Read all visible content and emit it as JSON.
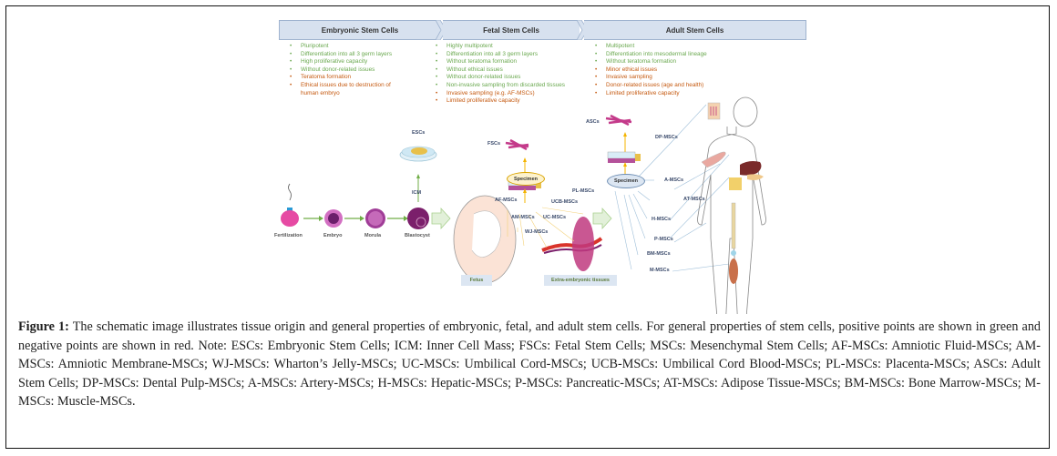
{
  "headers": {
    "embryonic": "Embryonic Stem Cells",
    "fetal": "Fetal Stem Cells",
    "adult": "Adult Stem Cells"
  },
  "properties": {
    "embryonic": [
      {
        "text": "Pluripotent",
        "type": "positive"
      },
      {
        "text": "Differentiation into all 3 germ layers",
        "type": "positive"
      },
      {
        "text": "High proliferative capacity",
        "type": "positive"
      },
      {
        "text": "Without donor-related issues",
        "type": "positive"
      },
      {
        "text": "Teratoma formation",
        "type": "negative"
      },
      {
        "text": "Ethical issues due to destruction of",
        "type": "negative"
      },
      {
        "text": "human embryo",
        "type": "negative-cont"
      }
    ],
    "fetal": [
      {
        "text": "Highly multipotent",
        "type": "positive"
      },
      {
        "text": "Differentiation into all 3 germ layers",
        "type": "positive"
      },
      {
        "text": "Without teratoma formation",
        "type": "positive"
      },
      {
        "text": "Without ethical issues",
        "type": "positive"
      },
      {
        "text": "Without donor-related issues",
        "type": "positive"
      },
      {
        "text": "Non-invasive sampling from discarded tissues",
        "type": "positive"
      },
      {
        "text": "Invasive sampling (e.g. AF-MSCs)",
        "type": "negative"
      },
      {
        "text": "Limited proliferative capacity",
        "type": "negative"
      }
    ],
    "adult": [
      {
        "text": "Multipotent",
        "type": "positive"
      },
      {
        "text": "Differentiation into mesodermal lineage",
        "type": "positive"
      },
      {
        "text": "Without teratoma formation",
        "type": "positive"
      },
      {
        "text": "Minor ethical issues",
        "type": "negative"
      },
      {
        "text": "Invasive sampling",
        "type": "negative"
      },
      {
        "text": "Donor-related issues (age and health)",
        "type": "negative"
      },
      {
        "text": "Limited proliferative capacity",
        "type": "negative"
      }
    ]
  },
  "embryonic_flow": {
    "stages": [
      "Fertilization",
      "Embryo",
      "Morula",
      "Blastocyst"
    ],
    "icm": "ICM",
    "escs": "ESCs"
  },
  "fetal_flow": {
    "fscs": "FSCs",
    "specimen": "Specimen",
    "sources": [
      "AF-MSCs",
      "AM-MSCs",
      "WJ-MSCs",
      "UC-MSCs",
      "UCB-MSCs",
      "PL-MSCs"
    ],
    "fetus_label": "Fetus",
    "tissues_label": "Extra-embryonic tissues"
  },
  "adult_flow": {
    "ascs": "ASCs",
    "specimen": "Specimen",
    "sources": [
      "DP-MSCs",
      "A-MSCs",
      "AT-MSCs",
      "H-MSCs",
      "P-MSCs",
      "BM-MSCs",
      "M-MSCs"
    ]
  },
  "colors": {
    "positive": "#6aa84f",
    "negative": "#c55a11",
    "header_bg": "#d7e1ef",
    "arrow_green": "#70ad47",
    "arrow_yellow": "#f4b400"
  },
  "caption": {
    "label": "Figure 1:",
    "text": " The schematic image illustrates tissue origin and general properties of embryonic, fetal, and adult stem cells. For general properties of stem cells, positive points are shown in green and negative points are shown in red. Note: ESCs: Embryonic Stem Cells; ICM: Inner Cell Mass; FSCs: Fetal Stem Cells; MSCs: Mesenchymal Stem Cells; AF-MSCs: Amniotic Fluid-MSCs; AM-MSCs: Amniotic Membrane-MSCs; WJ-MSCs: Wharton’s Jelly-MSCs; UC-MSCs: Umbilical Cord-MSCs; UCB-MSCs: Umbilical Cord Blood-MSCs; PL-MSCs: Placenta-MSCs; ASCs: Adult Stem Cells; DP-MSCs: Dental Pulp-MSCs; A-MSCs: Artery-MSCs; H-MSCs: Hepatic-MSCs; P-MSCs: Pancreatic-MSCs; AT-MSCs: Adipose Tissue-MSCs; BM-MSCs: Bone Marrow-MSCs; M-MSCs: Muscle-MSCs."
  }
}
